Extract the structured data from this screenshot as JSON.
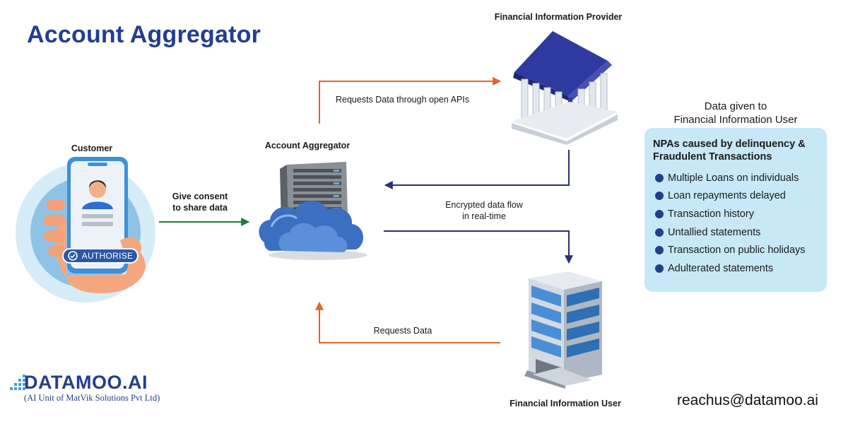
{
  "title": "Account Aggregator",
  "nodes": {
    "customer": "Customer",
    "aggregator": "Account Aggregator",
    "provider": "Financial Information Provider",
    "user": "Financial Information User"
  },
  "arrows": {
    "consent_line1": "Give consent",
    "consent_line2": "to share data",
    "request_apis": "Requests Data through open APIs",
    "encrypted_line1": "Encrypted data flow",
    "encrypted_line2": "in real-time",
    "request_data": "Requests Data"
  },
  "phone": {
    "authorise_label": "AUTHORISE"
  },
  "panel": {
    "heading_line1": "Data given to",
    "heading_line2": "Financial Information User",
    "title_line1": "NPAs caused by delinquency &",
    "title_line2": "Fraudulent Transactions",
    "items": [
      "Multiple Loans on individuals",
      "Loan repayments delayed",
      "Transaction history",
      "Untallied statements",
      "Transaction on public holidays",
      "Adulterated statements"
    ]
  },
  "footer": {
    "logo": "DATAMOO.AI",
    "tagline": "(AI Unit of MatVik Solutions Pvt Ltd)",
    "email": "reachus@datamoo.ai"
  },
  "colors": {
    "brand_blue": "#233e8b",
    "orange_arrow": "#e8632b",
    "navy_arrow": "#2b2f7a",
    "green_arrow": "#1f7a3a",
    "panel_bg": "#c7e8f6"
  }
}
